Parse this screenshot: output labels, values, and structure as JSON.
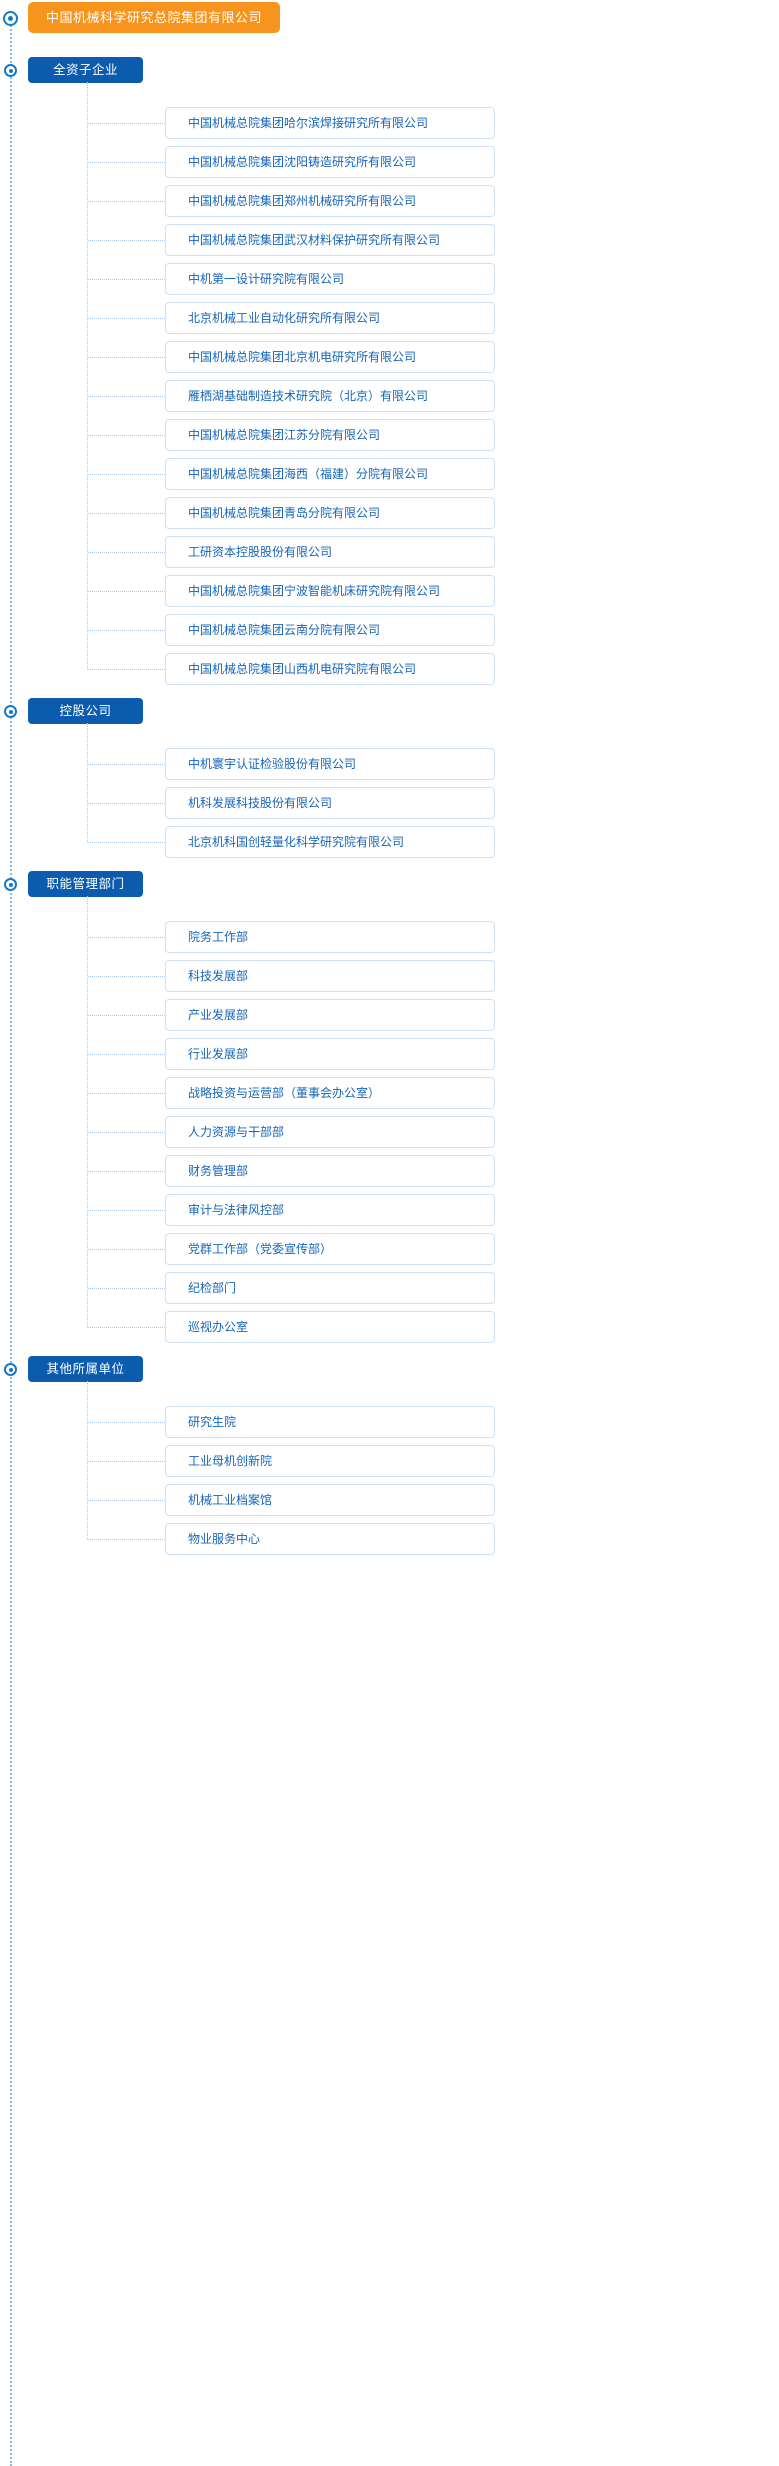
{
  "root": {
    "label": "中国机械科学研究总院集团有限公司",
    "color": "#f7941d"
  },
  "theme": {
    "section_color": "#0b5cae",
    "leaf_text_color": "#1565b8",
    "leaf_border_color": "#cfe2f3",
    "line_color": "#a9cbe8",
    "marker_color": "#1579c6"
  },
  "sections": [
    {
      "label": "全资子企业",
      "items": [
        {
          "label": "中国机械总院集团哈尔滨焊接研究所有限公司"
        },
        {
          "label": "中国机械总院集团沈阳铸造研究所有限公司"
        },
        {
          "label": "中国机械总院集团郑州机械研究所有限公司"
        },
        {
          "label": "中国机械总院集团武汉材料保护研究所有限公司"
        },
        {
          "label": "中机第一设计研究院有限公司"
        },
        {
          "label": "北京机械工业自动化研究所有限公司"
        },
        {
          "label": "中国机械总院集团北京机电研究所有限公司"
        },
        {
          "label": "雁栖湖基础制造技术研究院（北京）有限公司"
        },
        {
          "label": "中国机械总院集团江苏分院有限公司"
        },
        {
          "label": "中国机械总院集团海西（福建）分院有限公司"
        },
        {
          "label": "中国机械总院集团青岛分院有限公司"
        },
        {
          "label": "工研资本控股股份有限公司"
        },
        {
          "label": "中国机械总院集团宁波智能机床研究院有限公司"
        },
        {
          "label": "中国机械总院集团云南分院有限公司"
        },
        {
          "label": "中国机械总院集团山西机电研究院有限公司"
        }
      ]
    },
    {
      "label": "控股公司",
      "items": [
        {
          "label": "中机寰宇认证检验股份有限公司"
        },
        {
          "label": "机科发展科技股份有限公司"
        },
        {
          "label": "北京机科国创轻量化科学研究院有限公司"
        }
      ]
    },
    {
      "label": "职能管理部门",
      "items": [
        {
          "label": "院务工作部"
        },
        {
          "label": "科技发展部"
        },
        {
          "label": "产业发展部"
        },
        {
          "label": "行业发展部"
        },
        {
          "label": "战略投资与运营部（董事会办公室）"
        },
        {
          "label": "人力资源与干部部"
        },
        {
          "label": "财务管理部"
        },
        {
          "label": "审计与法律风控部"
        },
        {
          "label": "党群工作部（党委宣传部）"
        },
        {
          "label": "纪检部门"
        },
        {
          "label": "巡视办公室"
        }
      ]
    },
    {
      "label": "其他所属单位",
      "items": [
        {
          "label": "研究生院"
        },
        {
          "label": "工业母机创新院"
        },
        {
          "label": "机械工业档案馆"
        },
        {
          "label": "物业服务中心"
        }
      ]
    }
  ]
}
